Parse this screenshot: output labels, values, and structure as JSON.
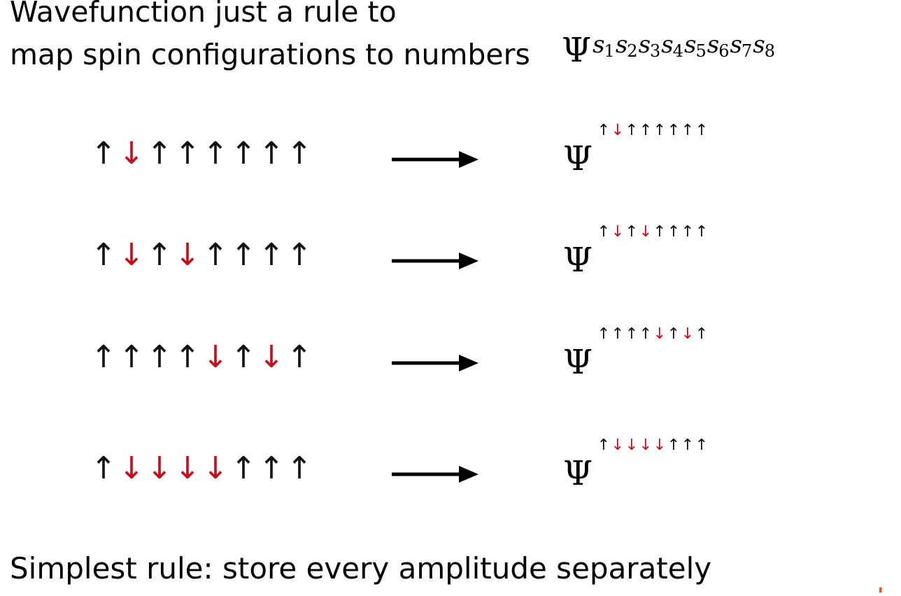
{
  "title": {
    "line1": "Wavefunction just a rule to",
    "line2": "map spin configurations to numbers"
  },
  "header_formula": {
    "symbol": "Ψ",
    "indices": [
      {
        "var": "s",
        "idx": "1"
      },
      {
        "var": "s",
        "idx": "2"
      },
      {
        "var": "s",
        "idx": "3"
      },
      {
        "var": "s",
        "idx": "4"
      },
      {
        "var": "s",
        "idx": "5"
      },
      {
        "var": "s",
        "idx": "6"
      },
      {
        "var": "s",
        "idx": "7"
      },
      {
        "var": "s",
        "idx": "8"
      }
    ]
  },
  "glyphs": {
    "up": "↑",
    "down": "↓"
  },
  "colors": {
    "up": "#111111",
    "down": "#c0101f",
    "arrow": "#000000"
  },
  "configurations": [
    [
      "up",
      "down",
      "up",
      "up",
      "up",
      "up",
      "up",
      "up"
    ],
    [
      "up",
      "down",
      "up",
      "down",
      "up",
      "up",
      "up",
      "up"
    ],
    [
      "up",
      "up",
      "up",
      "up",
      "down",
      "up",
      "down",
      "up"
    ],
    [
      "up",
      "down",
      "down",
      "down",
      "down",
      "up",
      "up",
      "up"
    ]
  ],
  "footer": {
    "text": "Simplest rule: store every amplitude separately"
  }
}
